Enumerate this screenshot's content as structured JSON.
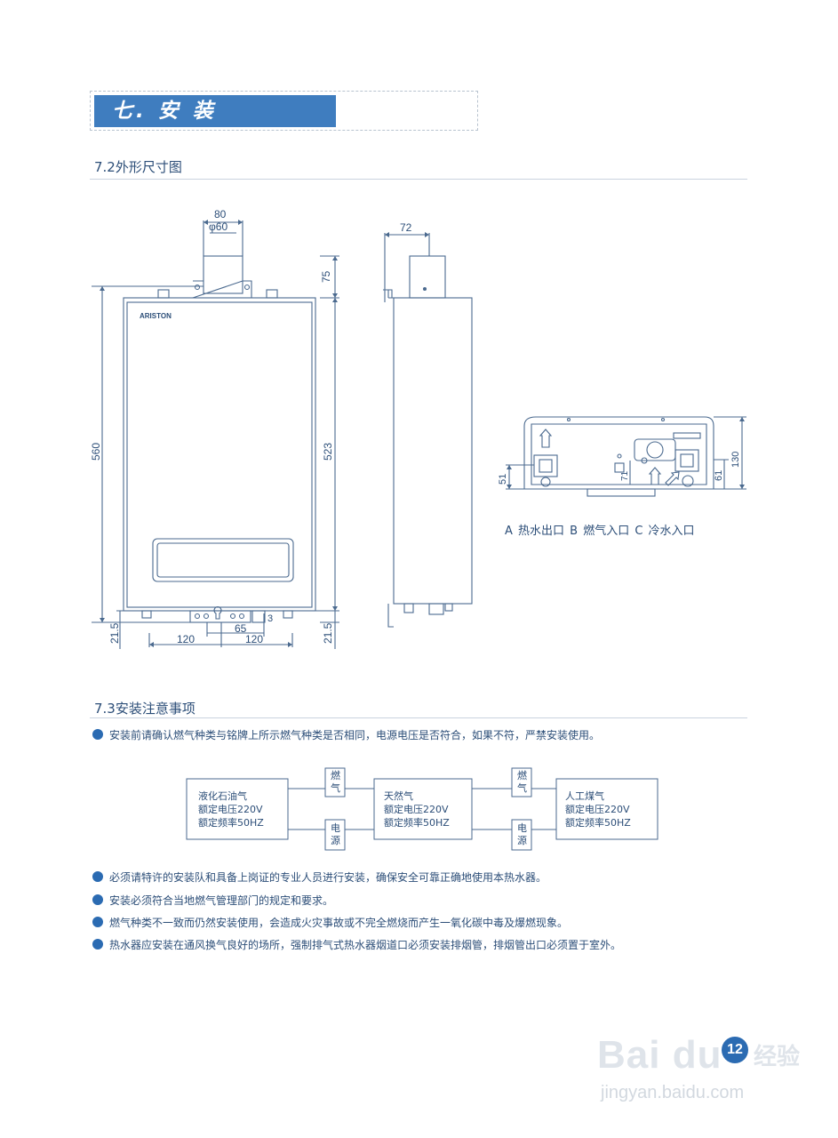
{
  "section": {
    "title": "七. 安 装"
  },
  "sub72": {
    "title": "7.2外形尺寸图"
  },
  "front_view": {
    "brand": "ARISTON",
    "dims": {
      "top_width": "80",
      "flue_diameter": "φ60",
      "flue_height": "75",
      "total_height": "560",
      "body_height": "523",
      "bottom_left": "21.5",
      "bottom_right": "21.5",
      "left_offset": "120",
      "right_offset": "120",
      "center_offset": "65",
      "small": "3"
    }
  },
  "side_view": {
    "dims": {
      "depth": "72"
    }
  },
  "bottom_view": {
    "dims": {
      "left_height": "51",
      "small_dim": "71",
      "right_height": "61",
      "total": "130"
    },
    "labels": {
      "a": "A",
      "b": "B",
      "c": "C"
    },
    "legend": "A  热水出口    B  燃气入口    C  冷水入口"
  },
  "sub73": {
    "title": "7.3安装注意事项"
  },
  "bullets": [
    "安装前请确认燃气种类与铭牌上所示燃气种类是否相同，电源电压是否符合，如果不符，严禁安装使用。",
    "必须请特许的安装队和具备上岗证的专业人员进行安装，确保安全可靠正确地使用本热水器。",
    "安装必须符合当地燃气管理部门的规定和要求。",
    "燃气种类不一致而仍然安装使用，会造成火灾事故或不完全燃烧而产生一氧化碳中毒及爆燃现象。",
    "热水器应安装在通风换气良好的场所，强制排气式热水器烟道口必须安装排烟管，排烟管出口必须置于室外。"
  ],
  "gas_table": {
    "boxes": [
      {
        "name": "液化石油气",
        "voltage": "额定电压220V",
        "freq": "额定频率50HZ"
      },
      {
        "name": "天然气",
        "voltage": "额定电压220V",
        "freq": "额定频率50HZ"
      },
      {
        "name": "人工煤气",
        "voltage": "额定电压220V",
        "freq": "额定频率50HZ"
      }
    ],
    "connector_gas": [
      "燃",
      "气"
    ],
    "connector_power": [
      "电",
      "源"
    ]
  },
  "watermark": {
    "logo": "Bai du",
    "url": "jingyan.baidu.com",
    "badge": "12",
    "cn": "经验"
  },
  "colors": {
    "accent": "#3f7dbf",
    "text": "#2c4e78",
    "line": "#4b6a8f"
  }
}
